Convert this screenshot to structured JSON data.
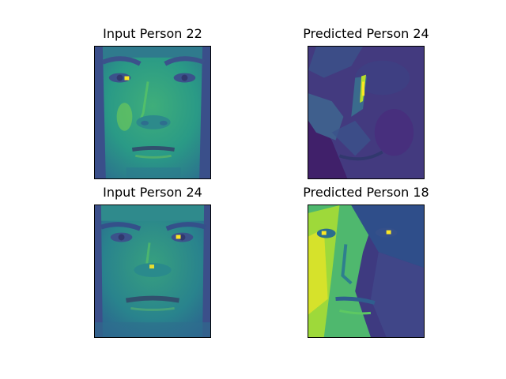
{
  "figure": {
    "panels": [
      {
        "title": "Input Person 22",
        "role": "input",
        "image": "grayscale face photo rendered in viridis colormap, frontal view"
      },
      {
        "title": "Predicted Person 24",
        "role": "prediction",
        "image": "dark face photo in viridis colormap, strong side lighting"
      },
      {
        "title": "Input Person 24",
        "role": "input",
        "image": "grayscale face photo rendered in viridis colormap, frontal view"
      },
      {
        "title": "Predicted Person 18",
        "role": "prediction",
        "image": "face photo in viridis colormap, left side brightly lit"
      }
    ],
    "colormap": [
      "#440154",
      "#3b528b",
      "#21908d",
      "#5dc863",
      "#fde725"
    ]
  }
}
